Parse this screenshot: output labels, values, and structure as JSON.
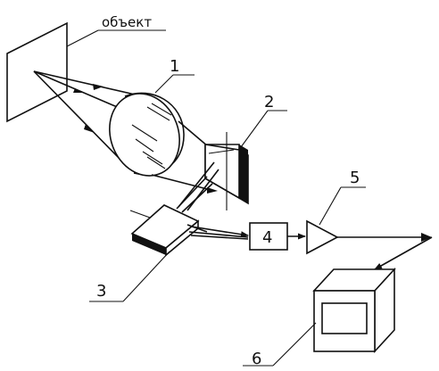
{
  "labels": {
    "object": "объект",
    "lens": "1",
    "modulator": "2",
    "splitter": "3",
    "block4": "4",
    "amplifier": "5",
    "display": "6"
  },
  "colors": {
    "ink": "#111111",
    "paper": "#ffffff"
  }
}
